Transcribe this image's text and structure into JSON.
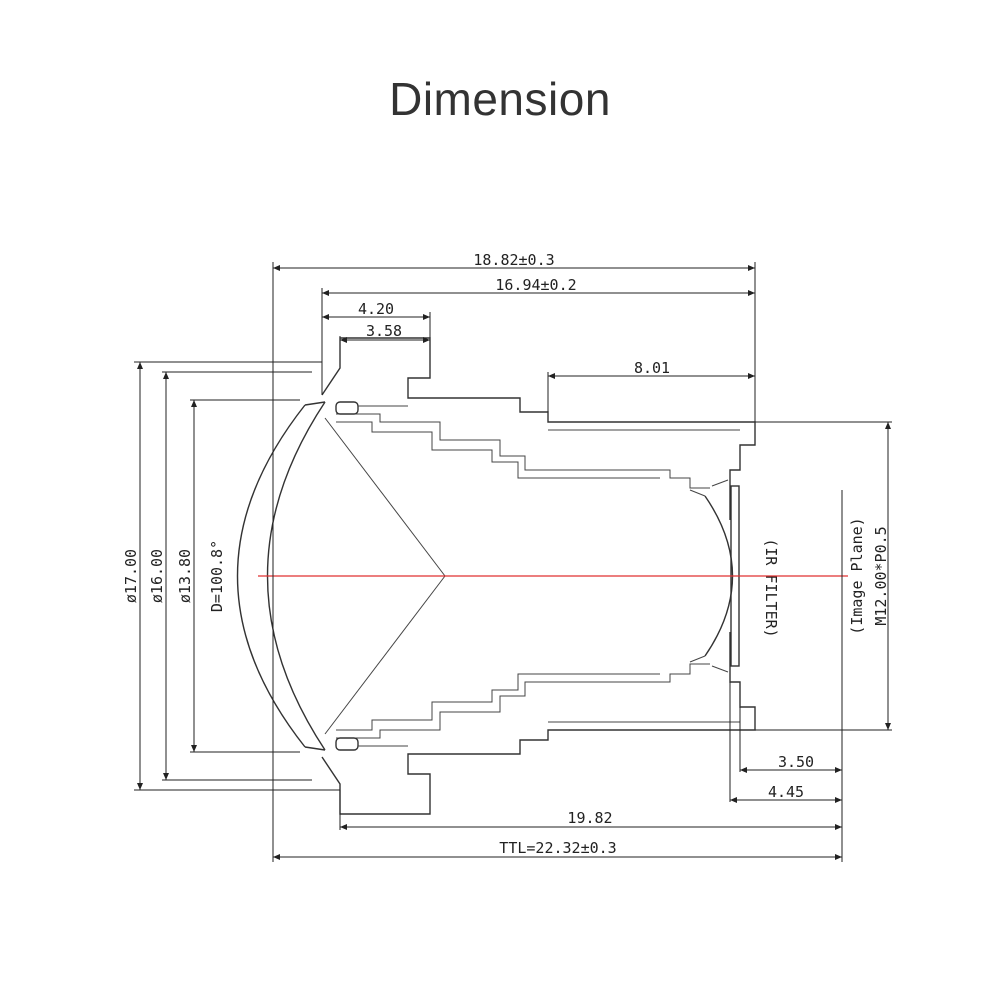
{
  "title": "Dimension",
  "colors": {
    "optical_axis": "#e03030",
    "line": "#333333",
    "text": "#222222"
  },
  "dimensions": {
    "overall_width": "18.82±0.3",
    "barrel_width": "16.94±0.2",
    "flange_width": "4.20",
    "flange_inner": "3.58",
    "rear_length": "8.01",
    "dia_17": "ø17.00",
    "dia_16": "ø16.00",
    "dia_13": "ø13.80",
    "fov": "D=100.8°",
    "filter_to_plane": "3.50",
    "back_to_plane": "4.45",
    "flange_to_plane": "19.82",
    "ttl": "TTL=22.32±0.3"
  },
  "labels": {
    "ir_filter": "(IR FILTER)",
    "image_plane": "(Image Plane)",
    "thread": "M12.00*P0.5"
  }
}
